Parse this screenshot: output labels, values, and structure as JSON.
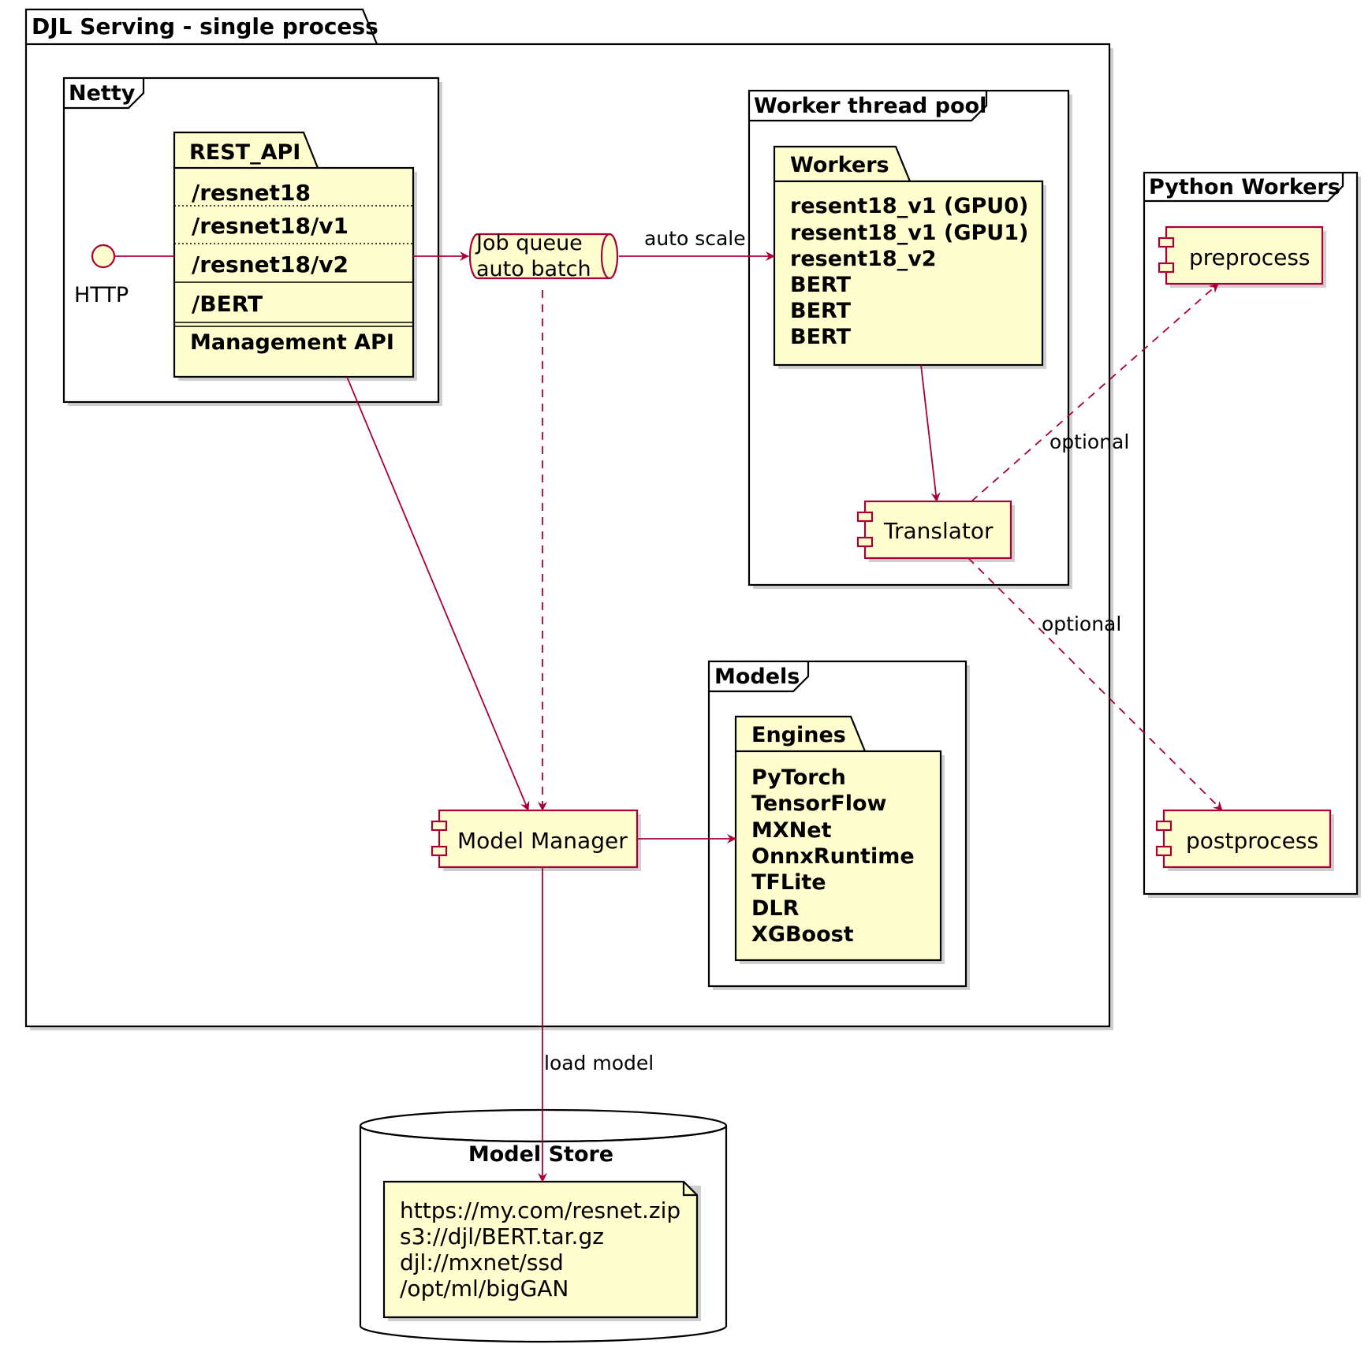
{
  "frames": {
    "outer": "DJL Serving - single process",
    "netty": "Netty",
    "worker_pool": "Worker thread pool",
    "python_workers": "Python Workers",
    "models": "Models"
  },
  "rest_api": {
    "title": "REST_API",
    "endpoints": [
      "/resnet18",
      "/resnet18/v1",
      "/resnet18/v2",
      "/BERT"
    ],
    "management": "Management API"
  },
  "http": "HTTP",
  "job_queue": [
    "Job queue",
    "auto batch"
  ],
  "workers": {
    "title": "Workers",
    "items": [
      "resent18_v1 (GPU0)",
      "resent18_v1 (GPU1)",
      "resent18_v2",
      "BERT",
      "BERT",
      "BERT"
    ]
  },
  "components": {
    "translator": "Translator",
    "preprocess": "preprocess",
    "postprocess": "postprocess",
    "model_manager": "Model Manager"
  },
  "engines": {
    "title": "Engines",
    "items": [
      "PyTorch",
      "TensorFlow",
      "MXNet",
      "OnnxRuntime",
      "TFLite",
      "DLR",
      "XGBoost"
    ]
  },
  "model_store": {
    "title": "Model Store",
    "items": [
      "https://my.com/resnet.zip",
      "s3://djl/BERT.tar.gz",
      "djl://mxnet/ssd",
      "/opt/ml/bigGAN"
    ]
  },
  "edges": {
    "auto_scale": "auto scale",
    "optional_pre": "optional",
    "optional_post": "optional",
    "load_model": "load model"
  },
  "colors": {
    "arrow": "#A80036",
    "fill": "#FEFECE"
  }
}
